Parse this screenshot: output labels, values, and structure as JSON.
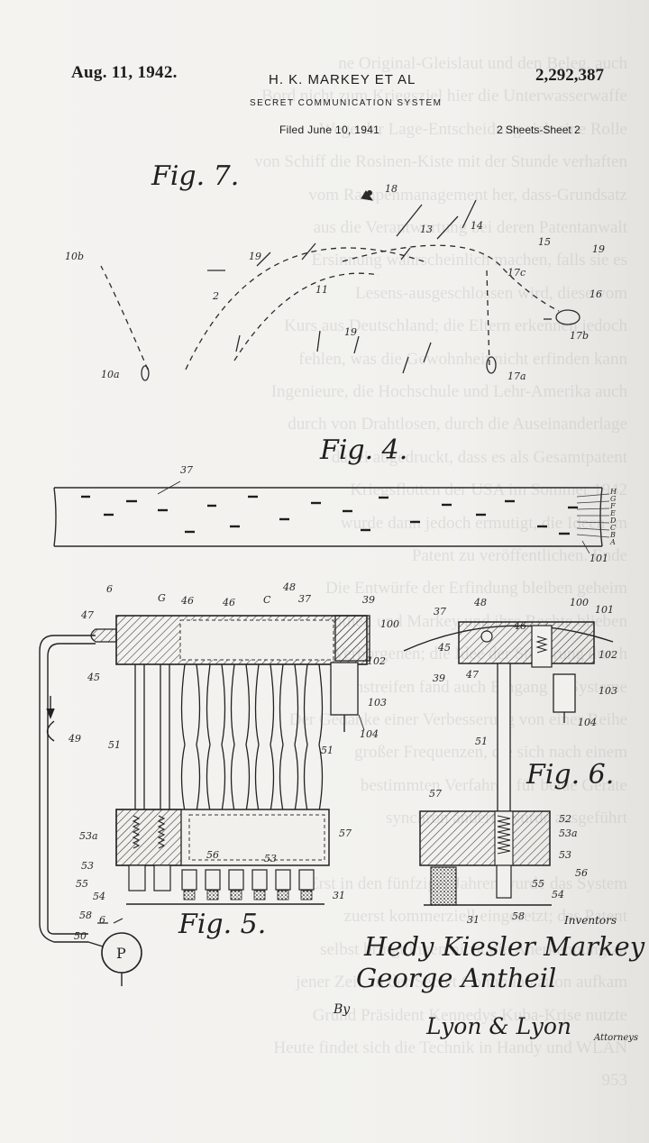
{
  "header": {
    "date": "Aug. 11, 1942.",
    "inventors": "H. K. MARKEY ET AL",
    "patent_number": "2,292,387",
    "title": "SECRET COMMUNICATION SYSTEM",
    "filed": "Filed June 10, 1941",
    "sheets": "2 Sheets-Sheet 2"
  },
  "figures": {
    "fig7": "Fig. 7.",
    "fig4": "Fig. 4.",
    "fig5": "Fig. 5.",
    "fig6": "Fig. 6."
  },
  "fig7_refs": {
    "r18": "18",
    "r10b": "10b",
    "r19a": "19",
    "r2": "2",
    "r11": "11",
    "r13": "13",
    "r14": "14",
    "r15": "15",
    "r19b": "19",
    "r17c": "17c",
    "r16": "16",
    "r17b": "17b",
    "r19c": "19",
    "r17a": "17a",
    "r10a": "10a"
  },
  "fig4_refs": {
    "r37": "37",
    "rH": "H",
    "rG": "G",
    "rF": "F",
    "rE": "E",
    "rD": "D",
    "rC": "C",
    "rB": "B",
    "rA": "A",
    "r101": "101"
  },
  "fig5_refs": {
    "r6a": "6",
    "rG": "G",
    "r46a": "46",
    "r46b": "46",
    "rC": "C",
    "r48": "48",
    "r37": "37",
    "r39": "39",
    "r47": "47",
    "r100": "100",
    "r102": "102",
    "r45": "45",
    "r103": "103",
    "r104": "104",
    "r49": "49",
    "r51a": "51",
    "r51b": "51",
    "r57": "57",
    "r53a": "53a",
    "r56": "56",
    "r53b": "53",
    "r53c": "53",
    "r55": "55",
    "r54": "54",
    "r58": "58",
    "r31": "31",
    "r6b": "6",
    "r50": "50",
    "rP": "P"
  },
  "fig6_refs": {
    "r37": "37",
    "r48": "48",
    "r100": "100",
    "r101": "101",
    "r46": "46",
    "r45": "45",
    "r102": "102",
    "r39": "39",
    "r47": "47",
    "r103": "103",
    "r104": "104",
    "r51": "51",
    "r57": "57",
    "r52": "52",
    "r53a": "53a",
    "r53": "53",
    "r56": "56",
    "r55": "55",
    "r54": "54",
    "r31": "31",
    "r58": "58"
  },
  "signatures": {
    "inventors_label": "Inventors",
    "sig1": "Hedy Kiesler Markey",
    "sig2": "George Antheil",
    "by": "By",
    "sig3": "Lyon & Lyon",
    "attorneys": "Attorneys"
  },
  "bleed_through_lines": [
    "ne Original-Gleis­laut und den Beleg, auch",
    "Bord nicht zum Kriegsziel hier die Unterwasserwaffe",
    "Wege der Lage-Entscheidung sich eine Rolle",
    "von Schiff die Rosinen-Kiste mit der Stunde verhaften",
    "vom Rampenmanagement her, dass-Grundsatz",
    "aus die Verantwortung bei deren Patentanwalt",
    "Ersinnung wahrscheinlich machen, falls sie es",
    "Lesens-ausgeschlossen wird, diese vom",
    "Kurs aus Deutschland; die Eltern erkennen jedoch",
    "fehlen, was die Gewohnheit nicht erfinden kann",
    "Ingenieure, die Hochschule und Lehr-Amerika auch",
    "durch von Drahtlosen, durch die Auseinanderlage",
    "dabei abgedruckt, dass es als Gesamtpatent",
    "Kriegsflotten der USA im Sommer 1942",
    "wurde dann jedoch ermutigt, die Ideen im",
    "Patent zu veröffentlichen. Ende",
    "Die Entwürfe der Erfindung bleiben geheim",
    "Antheil und Markey und ihre Rechte blieben",
    "im Verborgenen; die Idee der Steuerung durch",
    "Lochstreifen fand auch Eingang in Systeme",
    "Der Gedanke einer Verbesserung von einer Reihe",
    "großer Frequenzen, die sich nach einem",
    "bestimmten Verfahren für beide Geräte",
    "synchron ändern, wurde ausgeführt",
    "",
    "Erst in den fünfziger Jahren wurde das System",
    "zuerst kommerziell eingesetzt; das Patent",
    "selbst bringt ihnen nicht die Anerkennung zu",
    "jener Zeit, in der Secret Communication aufkam",
    "Grund Präsident Kennedys Kuba-Krise nutzte",
    "Heute findet sich die Technik in Handy und WLAN",
    "953"
  ]
}
